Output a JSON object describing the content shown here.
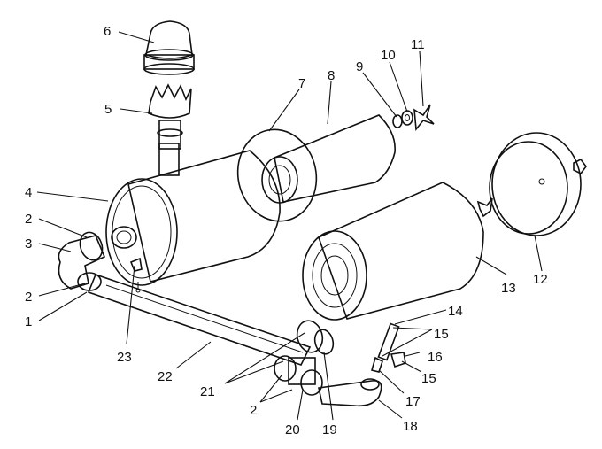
{
  "parts": [
    {
      "id": "label-1",
      "text": "1"
    },
    {
      "id": "label-2a",
      "text": "2"
    },
    {
      "id": "label-2b",
      "text": "2"
    },
    {
      "id": "label-2c",
      "text": "2"
    },
    {
      "id": "label-3",
      "text": "3"
    },
    {
      "id": "label-4",
      "text": "4"
    },
    {
      "id": "label-5",
      "text": "5"
    },
    {
      "id": "label-6",
      "text": "6"
    },
    {
      "id": "label-7",
      "text": "7"
    },
    {
      "id": "label-8",
      "text": "8"
    },
    {
      "id": "label-9",
      "text": "9"
    },
    {
      "id": "label-10",
      "text": "10"
    },
    {
      "id": "label-11",
      "text": "11"
    },
    {
      "id": "label-12",
      "text": "12"
    },
    {
      "id": "label-13",
      "text": "13"
    },
    {
      "id": "label-14",
      "text": "14"
    },
    {
      "id": "label-15a",
      "text": "15"
    },
    {
      "id": "label-15b",
      "text": "15"
    },
    {
      "id": "label-16",
      "text": "16"
    },
    {
      "id": "label-17",
      "text": "17"
    },
    {
      "id": "label-18",
      "text": "18"
    },
    {
      "id": "label-19",
      "text": "19"
    },
    {
      "id": "label-20",
      "text": "20"
    },
    {
      "id": "label-21",
      "text": "21"
    },
    {
      "id": "label-22",
      "text": "22"
    },
    {
      "id": "label-23",
      "text": "23"
    }
  ]
}
